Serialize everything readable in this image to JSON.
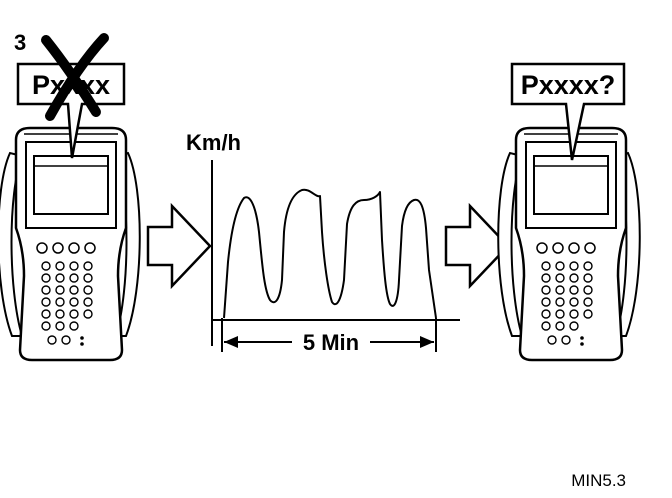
{
  "step_number": "3",
  "left_scanner": {
    "code": "Pxxxx",
    "struck_out": true
  },
  "graph": {
    "y_label": "Km/h",
    "duration": "5 Min"
  },
  "right_scanner": {
    "code": "Pxxxx?"
  },
  "figure_id": "MIN5.3"
}
